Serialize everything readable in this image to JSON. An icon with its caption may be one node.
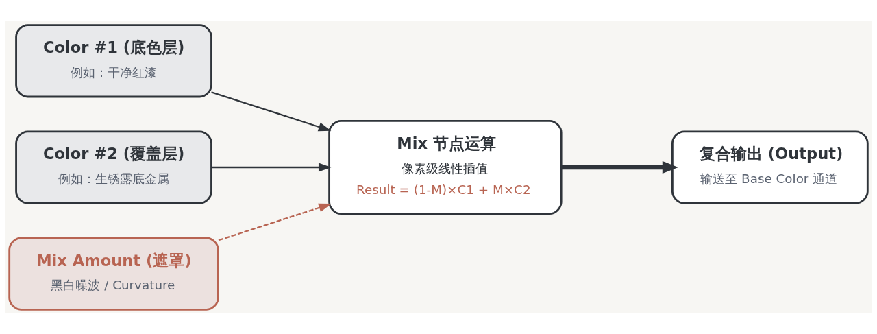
{
  "diagram": {
    "nodes": [
      {
        "text": [
          "Color #1 (底色层)",
          "例如：干净红漆"
        ]
      },
      {
        "text": [
          "Color #2 (覆盖层)",
          "例如：生锈露底金属"
        ]
      },
      {
        "text": [
          "Mix Amount (遮罩)",
          "黑白噪波 / Curvature"
        ]
      },
      {
        "text": [
          "Mix 节点运算",
          "像素级线性插值",
          "Result = (1-M)×C1 + M×C2"
        ]
      },
      {
        "text": [
          "复合输出 (Output)",
          "输送至 Base Color 通道"
        ]
      }
    ],
    "edges": [
      {
        "from": 0,
        "to": 3,
        "arrow": "to"
      },
      {
        "from": 1,
        "to": 3,
        "arrow": "to"
      },
      {
        "from": 2,
        "to": 3,
        "arrow": "to",
        "style": "dashed",
        "color": "#b86452"
      },
      {
        "from": 3,
        "to": 4,
        "arrow": "to",
        "style": "thick"
      }
    ]
  }
}
